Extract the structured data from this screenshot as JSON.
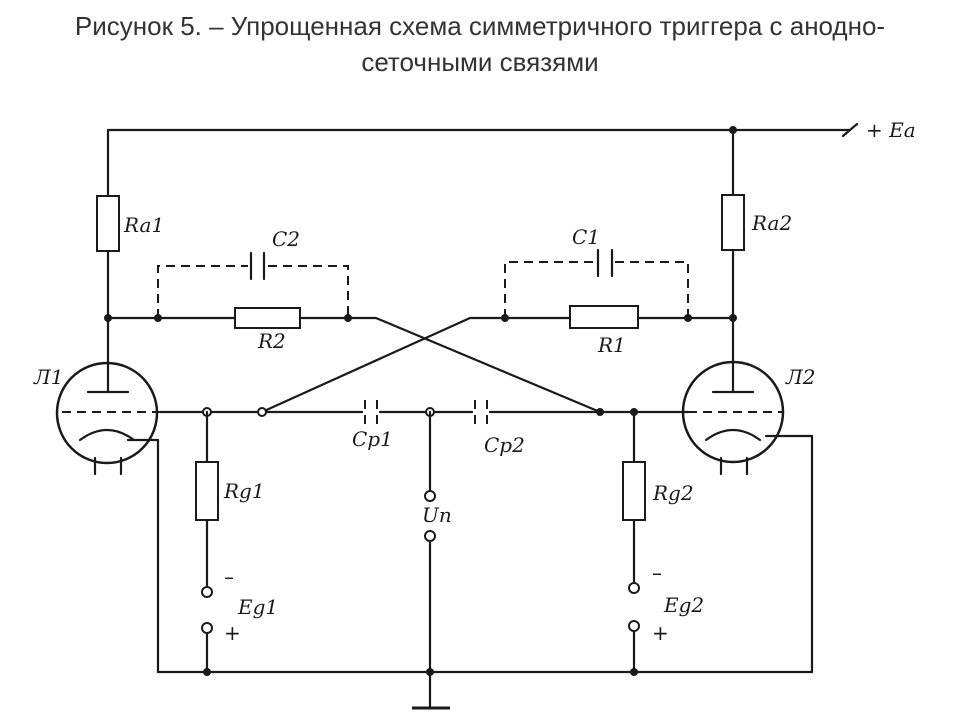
{
  "caption": {
    "line1": "Рисунок 5.   – Упрощенная схема симметричного триггера с анодно-",
    "line2": "сеточными связями"
  },
  "labels": {
    "Ea": "+ Ea",
    "Ra1": "Ra1",
    "Ra2": "Ra2",
    "C2": "C2",
    "C1": "C1",
    "R2": "R2",
    "R1": "R1",
    "L1": "Л1",
    "L2": "Л2",
    "Cp1": "Cp1",
    "Cp2": "Cp2",
    "Rg1": "Rg1",
    "Rg2": "Rg2",
    "Un": "Un",
    "Eg1": "Eg1",
    "Eg2": "Eg2",
    "minus": "–",
    "plus": "+"
  }
}
